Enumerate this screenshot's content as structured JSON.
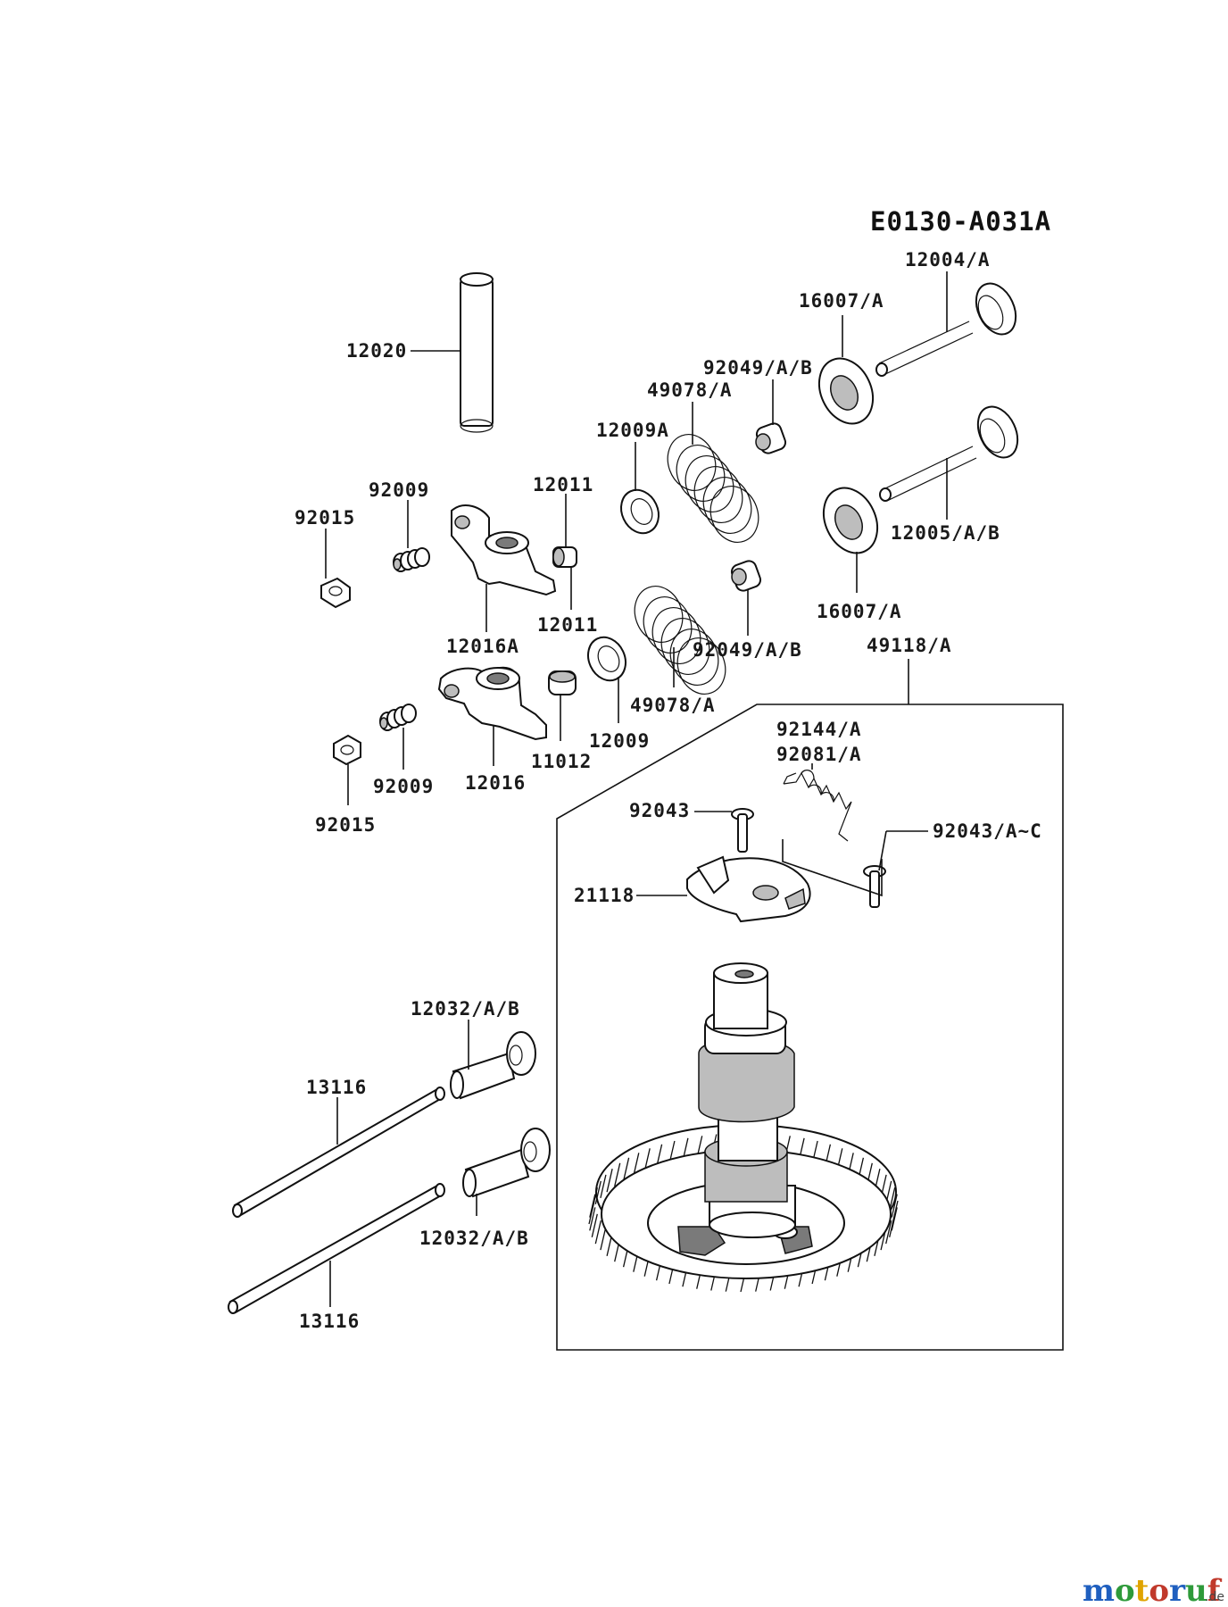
{
  "diagram_code": "E0130-A031A",
  "labels": {
    "p12004A": "12004/A",
    "p16007A_top": "16007/A",
    "p12020": "12020",
    "p92049AB_top": "92049/A/B",
    "p49078A_top": "49078/A",
    "p12009A": "12009A",
    "p12011_top": "12011",
    "p92009_top": "92009",
    "p92015_top": "92015",
    "p12005AB": "12005/A/B",
    "p16007A_bot": "16007/A",
    "p12016A": "12016A",
    "p12011_bot": "12011",
    "p92049AB_bot": "92049/A/B",
    "p49118A": "49118/A",
    "p49078A_bot": "49078/A",
    "p12009": "12009",
    "p11012": "11012",
    "p92009_bot": "92009",
    "p12016": "12016",
    "p92015_bot": "92015",
    "p92144A": "92144/A",
    "p92081A": "92081/A",
    "p92043": "92043",
    "p92043AC": "92043/A~C",
    "p21118": "21118",
    "p12032AB_top": "12032/A/B",
    "p13116_top": "13116",
    "p12032AB_bot": "12032/A/B",
    "p13116_bot": "13116"
  },
  "watermark": {
    "letters": [
      "m",
      "o",
      "t",
      "o",
      "r",
      "u",
      "f"
    ],
    "letter_colors": [
      "#1f5fbf",
      "#2e9a3a",
      "#e0a400",
      "#c0392b",
      "#1f5fbf",
      "#2e9a3a",
      "#c0392b"
    ],
    "suffix": ".de"
  }
}
